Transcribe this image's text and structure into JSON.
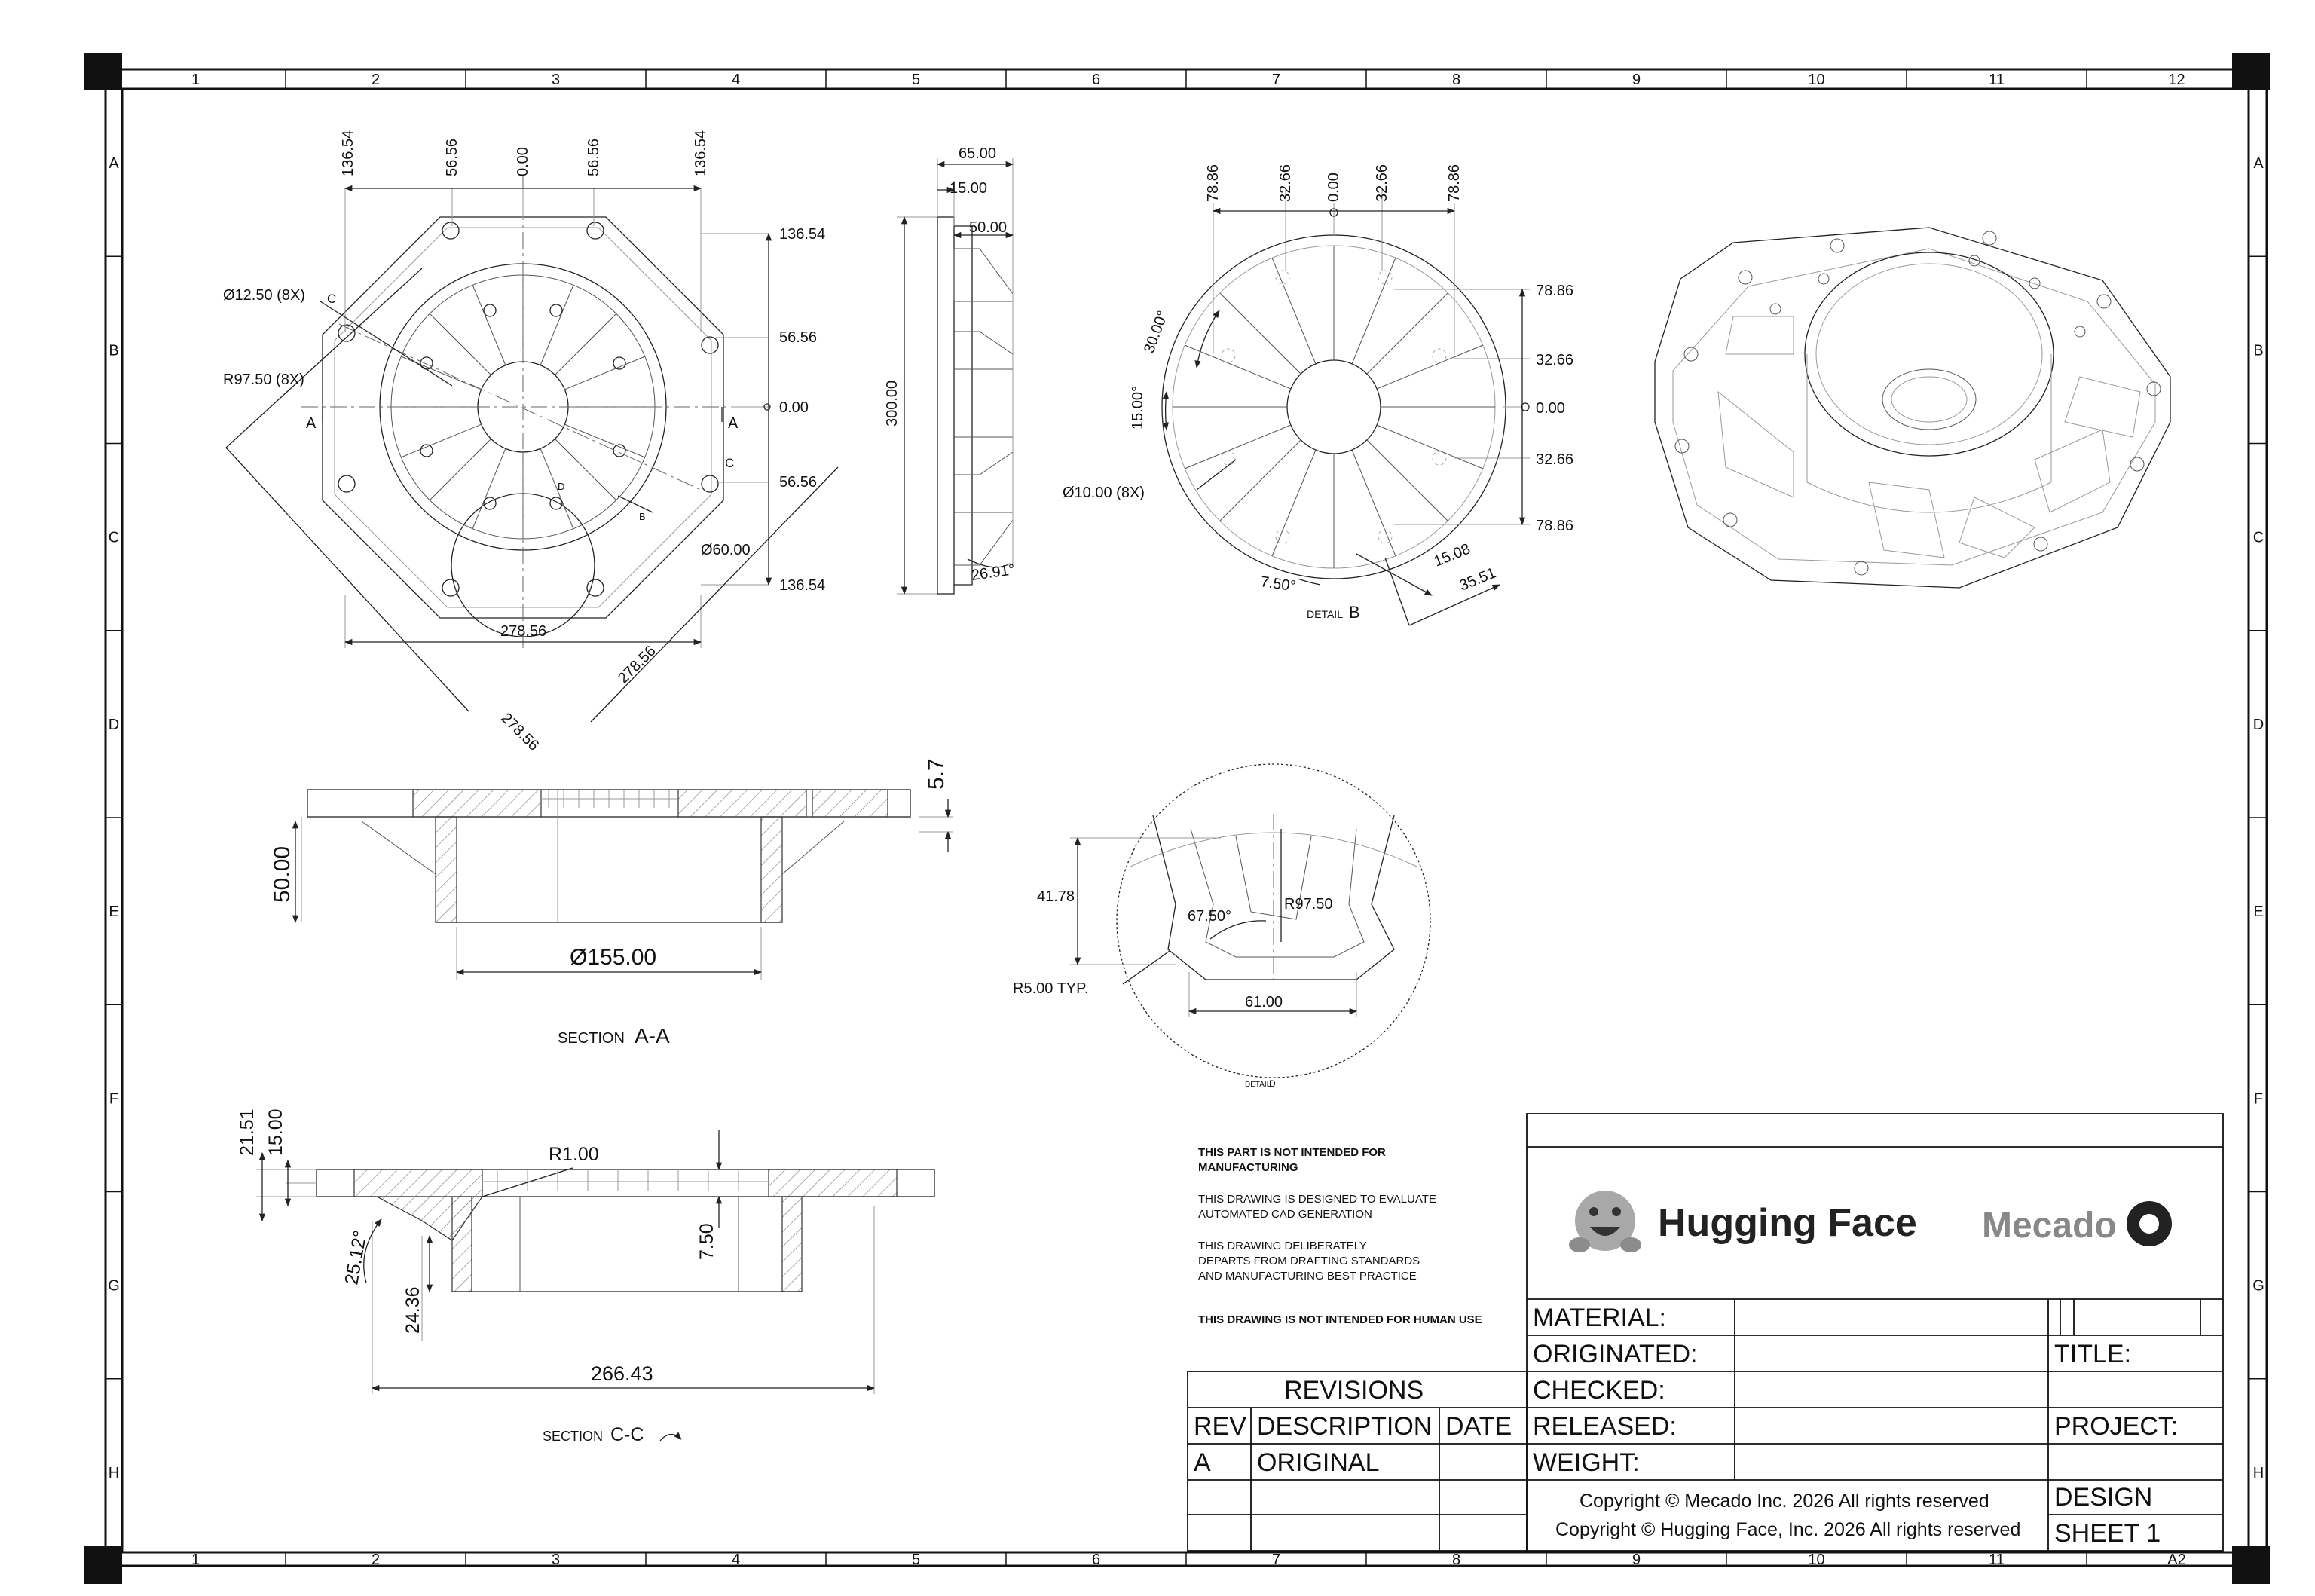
{
  "sheet": {
    "columns": [
      "1",
      "2",
      "3",
      "4",
      "5",
      "6",
      "7",
      "8",
      "9",
      "10",
      "11",
      "12"
    ],
    "rows": [
      "A",
      "B",
      "C",
      "D",
      "E",
      "F",
      "G",
      "H"
    ],
    "bottom_corner": "A2"
  },
  "front_view": {
    "top_dims": [
      "136.54",
      "56.56",
      "0.00",
      "56.56",
      "136.54"
    ],
    "right_dims": [
      "136.54",
      "56.56",
      "0.00",
      "56.56",
      "136.54"
    ],
    "bottom_dims": [
      "278.56",
      "278.56",
      "278.56"
    ],
    "hole": "Ø12.50  (8X)",
    "radius": "R97.50  (8X)",
    "bore": "Ø60.00",
    "labels": {
      "a_left": "A",
      "a_right": "A",
      "c_top": "C",
      "c_bottom": "C",
      "d": "D",
      "b": "B"
    }
  },
  "side_view": {
    "dims": [
      "65.00",
      "15.00",
      "50.00"
    ],
    "height": "300.00",
    "angle": "26.91°"
  },
  "detail_b": {
    "top_dims": [
      "78.86",
      "32.66",
      "0.00",
      "32.66",
      "78.86"
    ],
    "right_dims": [
      "78.86",
      "32.66",
      "0.00",
      "32.66",
      "78.86"
    ],
    "angle1": "30.00°",
    "angle2": "15.00°",
    "hole": "Ø10.00  (8X)",
    "angle3": "7.50°",
    "d1": "15.08",
    "d2": "35.51",
    "caption_small": "DETAIL",
    "caption_big": "B"
  },
  "section_aa": {
    "height": "50.00",
    "thick": "5.7",
    "dia": "Ø155.00",
    "caption_small": "SECTION",
    "caption_big": "A-A"
  },
  "detail_d": {
    "d1": "41.78",
    "angle": "67.50°",
    "radius": "R97.50",
    "fillet": "R5.00  TYP.",
    "width": "61.00",
    "caption_small": "DETAIL",
    "caption_big": "D"
  },
  "section_cc": {
    "d1": "21.51",
    "d2": "15.00",
    "radius": "R1.00",
    "angle": "25.12°",
    "depth": "7.50",
    "d3": "24.36",
    "width": "266.43",
    "caption_small": "SECTION",
    "caption_big": "C-C"
  },
  "notes": {
    "n1": [
      "THIS PART IS NOT INTENDED FOR",
      "MANUFACTURING"
    ],
    "n2": [
      "THIS DRAWING IS DESIGNED TO EVALUATE",
      "AUTOMATED CAD GENERATION"
    ],
    "n3": [
      "THIS DRAWING DELIBERATELY",
      "DEPARTS FROM DRAFTING STANDARDS",
      "AND MANUFACTURING BEST PRACTICE"
    ],
    "n4": "THIS DRAWING IS NOT INTENDED FOR HUMAN USE"
  },
  "title_block": {
    "brand1": "Hugging Face",
    "brand2": "Mecado",
    "material": "MATERIAL:",
    "originated": "ORIGINATED:",
    "checked": "CHECKED:",
    "released": "RELEASED:",
    "weight": "WEIGHT:",
    "title": "TITLE:",
    "project": "PROJECT:",
    "design": "DESIGN",
    "sheet": "SHEET 1",
    "copyright1": "Copyright © Mecado Inc. 2026 All rights reserved",
    "copyright2": "Copyright © Hugging Face, Inc. 2026 All rights reserved"
  },
  "revisions": {
    "header": "REVISIONS",
    "cols": [
      "REV",
      "DESCRIPTION",
      "DATE"
    ],
    "row1": [
      "A",
      "ORIGINAL",
      ""
    ]
  },
  "colors": {
    "line": "#222222",
    "background": "#ffffff",
    "emoji": "#9e9e9e"
  }
}
